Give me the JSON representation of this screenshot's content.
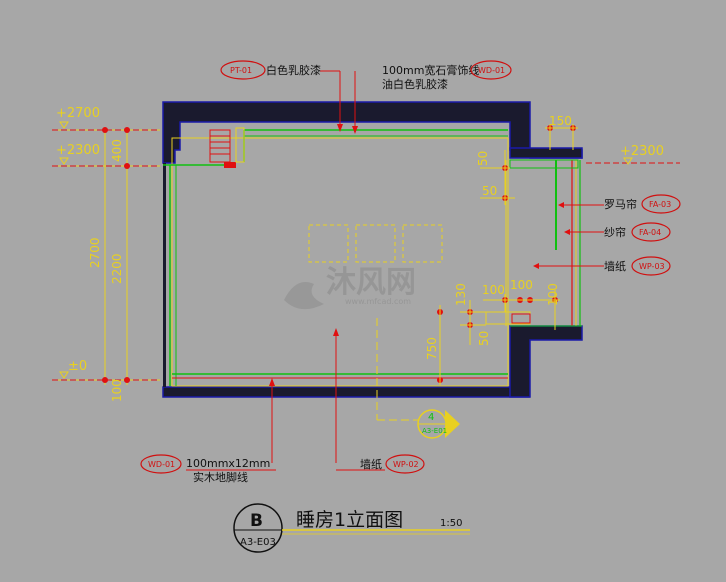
{
  "colors": {
    "background": "#a7a7a7",
    "wall": "#1a1a2e",
    "wall_outline": "#1a1aa8",
    "dimension": "#f0e020",
    "leader": "#e01010",
    "label": "#101010",
    "tag": "#d01010",
    "finish_green": "#10c010",
    "watermark": "#8c8c8c"
  },
  "levels": {
    "top": "+2700",
    "ceiling": "+2300",
    "floor": "±0",
    "right_ceiling": "+2300"
  },
  "dimensions": {
    "top_segment": "400",
    "total_height": "2700",
    "mid_height": "2200",
    "below_floor": "100",
    "right_150": "150",
    "right_50a": "50",
    "right_50b": "50",
    "right_100a": "100",
    "right_100b": "100",
    "right_100c": "100",
    "right_130": "130",
    "right_50c": "50",
    "right_750": "750"
  },
  "callouts": {
    "pt01": {
      "tag": "PT-01",
      "text": "白色乳胶漆"
    },
    "wd01_top": {
      "tag": "WD-01",
      "text": "100mm宽石膏饰线",
      "text2": "油白色乳胶漆"
    },
    "fa03": {
      "text": "罗马帘",
      "tag": "FA-03"
    },
    "fa04": {
      "text": "纱帘",
      "tag": "FA-04"
    },
    "wp03": {
      "text": "墙纸",
      "tag": "WP-03"
    },
    "wd01_bottom": {
      "tag": "WD-01",
      "text": "100mmx12mm",
      "text2": "实木地脚线"
    },
    "wp02": {
      "text": "墙纸",
      "tag": "WP-02"
    }
  },
  "section_marker": {
    "number": "4",
    "sheet": "A3-E01"
  },
  "title_block": {
    "letter": "B",
    "sheet": "A3-E03",
    "title": "睡房1立面图",
    "scale": "1:50"
  },
  "watermark": {
    "main": "沐风网",
    "sub": "www.mfcad.com"
  }
}
